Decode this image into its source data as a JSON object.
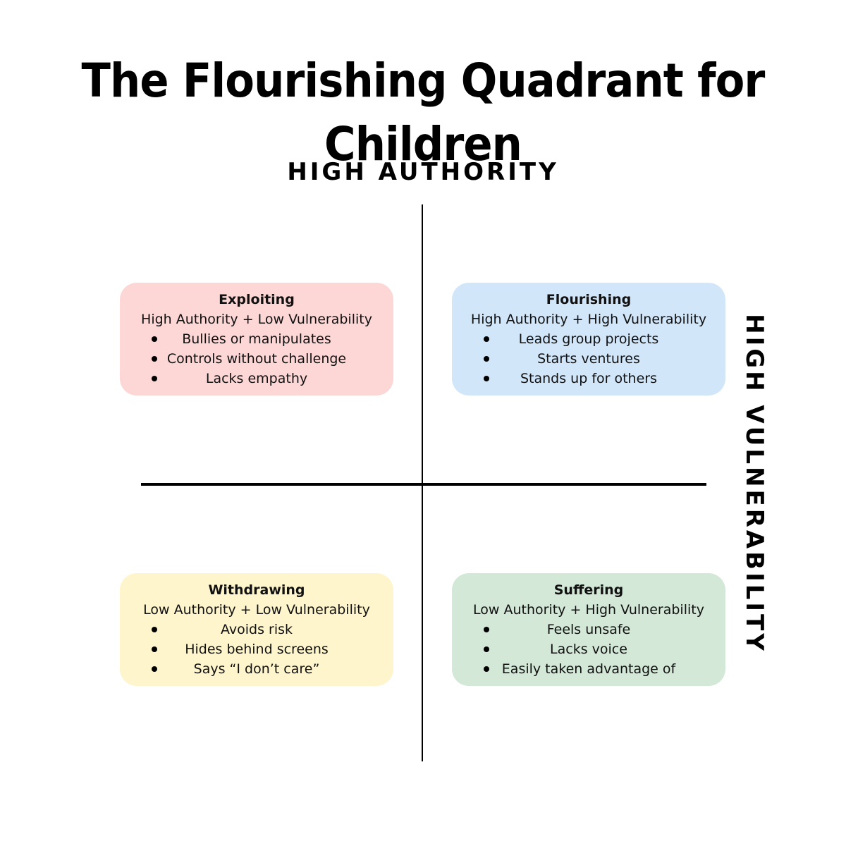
{
  "title": "The Flourishing Quadrant for Children",
  "axes": {
    "top": "HIGH AUTHORITY",
    "right": "HIGH VULNERABILITY"
  },
  "quadrants": {
    "exploiting": {
      "name": "Exploiting",
      "subtitle": "High Authority + Low Vulnerability",
      "items": [
        "Bullies or manipulates",
        "Controls without challenge",
        "Lacks empathy"
      ],
      "color": "#fdd6d6"
    },
    "flourishing": {
      "name": "Flourishing",
      "subtitle": "High Authority + High Vulnerability",
      "items": [
        "Leads group projects",
        "Starts ventures",
        "Stands up for others"
      ],
      "color": "#d2e6fa"
    },
    "withdrawing": {
      "name": "Withdrawing",
      "subtitle": "Low Authority + Low Vulnerability",
      "items": [
        "Avoids risk",
        "Hides behind screens",
        "Says “I don’t care”"
      ],
      "color": "#fef5cd"
    },
    "suffering": {
      "name": "Suffering",
      "subtitle": "Low Authority + High Vulnerability",
      "items": [
        "Feels unsafe",
        "Lacks voice",
        "Easily taken advantage of"
      ],
      "color": "#d3e8d7"
    }
  }
}
